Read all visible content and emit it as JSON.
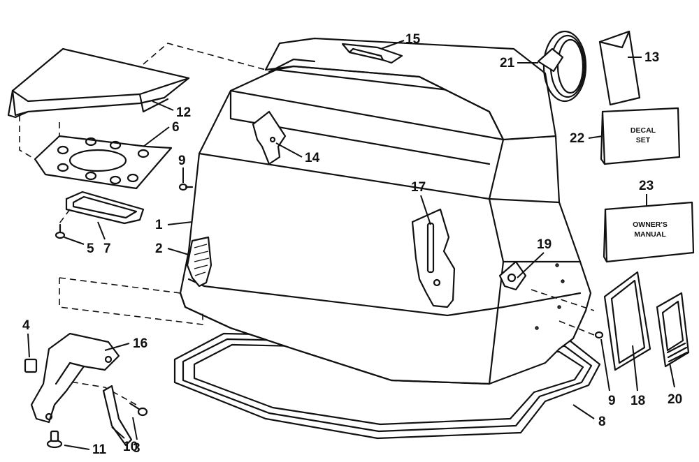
{
  "callouts": [
    {
      "id": "1",
      "label": "1"
    },
    {
      "id": "2",
      "label": "2"
    },
    {
      "id": "3",
      "label": "3"
    },
    {
      "id": "4",
      "label": "4"
    },
    {
      "id": "5",
      "label": "5"
    },
    {
      "id": "6",
      "label": "6"
    },
    {
      "id": "7",
      "label": "7"
    },
    {
      "id": "8",
      "label": "8"
    },
    {
      "id": "9a",
      "label": "9"
    },
    {
      "id": "9b",
      "label": "9"
    },
    {
      "id": "10",
      "label": "10"
    },
    {
      "id": "11",
      "label": "11"
    },
    {
      "id": "12",
      "label": "12"
    },
    {
      "id": "13",
      "label": "13"
    },
    {
      "id": "14",
      "label": "14"
    },
    {
      "id": "15",
      "label": "15"
    },
    {
      "id": "16",
      "label": "16"
    },
    {
      "id": "17",
      "label": "17"
    },
    {
      "id": "18",
      "label": "18"
    },
    {
      "id": "19",
      "label": "19"
    },
    {
      "id": "20",
      "label": "20"
    },
    {
      "id": "21",
      "label": "21"
    },
    {
      "id": "22",
      "label": "22"
    },
    {
      "id": "23",
      "label": "23"
    }
  ],
  "boxes": {
    "decal_line1": "DECAL",
    "decal_line2": "SET",
    "manual_line1": "OWNER'S",
    "manual_line2": "MANUAL"
  },
  "colors": {
    "ink": "#111111",
    "paper": "#ffffff"
  }
}
